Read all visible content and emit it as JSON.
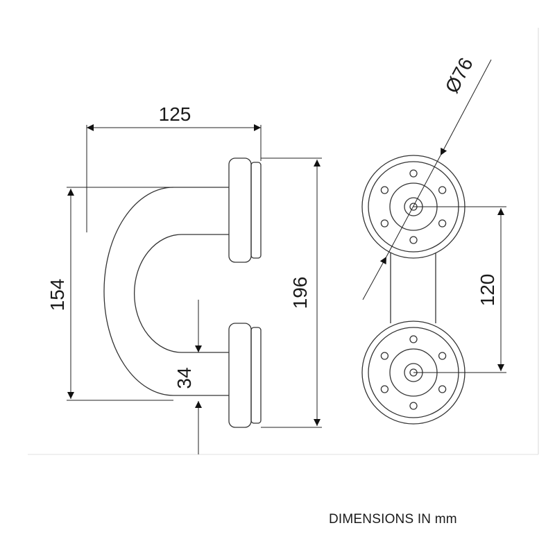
{
  "drawing": {
    "dimensions": {
      "width_top": "125",
      "height_left": "154",
      "height_total": "196",
      "leg_width": "34",
      "rose_diameter": "Ø76",
      "center_distance": "120"
    },
    "note": "DIMENSIONS IN mm"
  }
}
